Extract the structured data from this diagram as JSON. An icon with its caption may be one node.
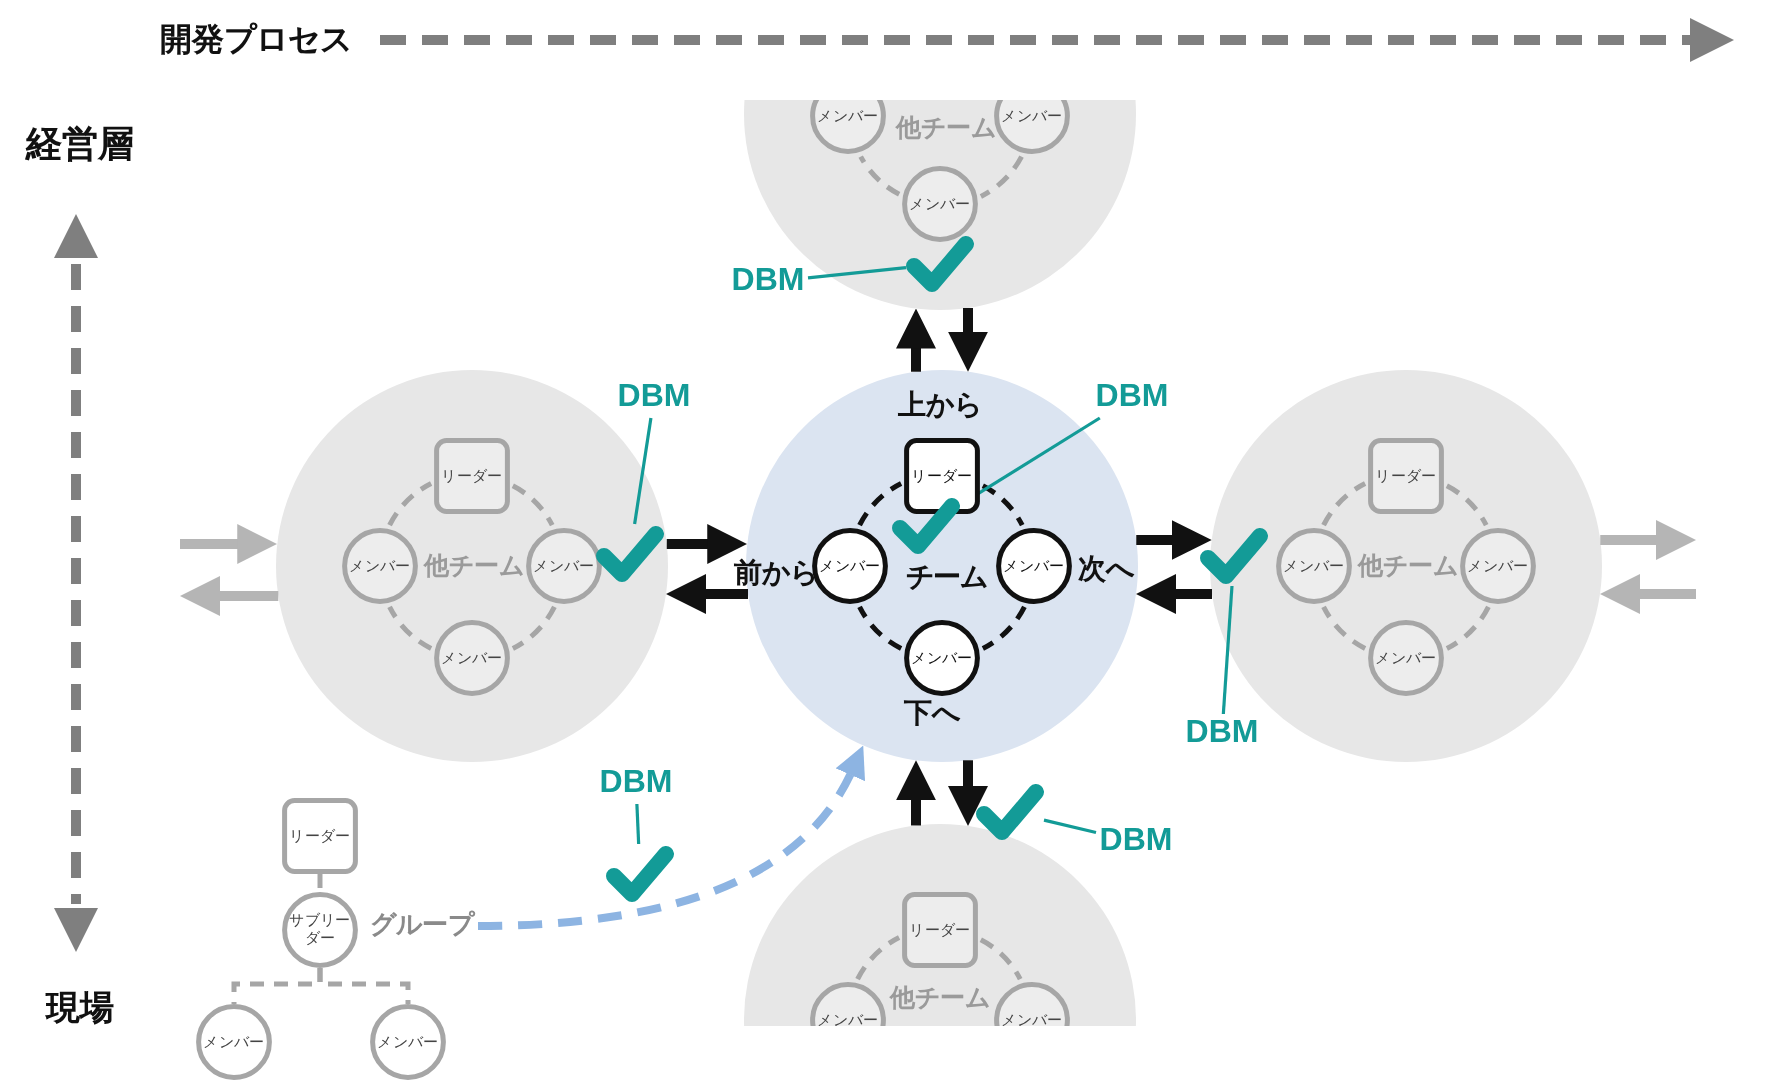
{
  "diagram": {
    "nodes": [
      {
        "text": [
          "他チーム"
        ]
      },
      {
        "text": [
          "メンバー"
        ],
        "in": 0
      },
      {
        "text": [
          "メンバー"
        ],
        "in": 0
      },
      {
        "text": [
          "メンバー"
        ],
        "in": 0
      },
      {
        "text": [
          "DBM"
        ]
      },
      {
        "text": [],
        "shape": "check",
        "in": 0
      },
      {
        "text": [
          "他チーム"
        ]
      },
      {
        "text": [
          "リーダー"
        ],
        "in": 6
      },
      {
        "text": [
          "メンバー"
        ],
        "in": 6
      },
      {
        "text": [
          "メンバー"
        ],
        "in": 6
      },
      {
        "text": [
          "メンバー"
        ],
        "in": 6
      },
      {
        "text": [
          "DBM"
        ]
      },
      {
        "text": [
          "チーム"
        ]
      },
      {
        "text": [
          "リーダー"
        ],
        "in": 12
      },
      {
        "text": [
          "メンバー"
        ],
        "in": 12
      },
      {
        "text": [
          "メンバー"
        ],
        "in": 12
      },
      {
        "text": [
          "メンバー"
        ],
        "in": 12
      },
      {
        "text": [],
        "shape": "check",
        "in": 12
      },
      {
        "text": [
          "DBM"
        ]
      },
      {
        "text": [
          "他チーム"
        ]
      },
      {
        "text": [
          "リーダー"
        ],
        "in": 19
      },
      {
        "text": [
          "メンバー"
        ],
        "in": 19
      },
      {
        "text": [
          "メンバー"
        ],
        "in": 19
      },
      {
        "text": [
          "メンバー"
        ],
        "in": 19
      },
      {
        "text": [],
        "shape": "check",
        "in": 6
      },
      {
        "text": [],
        "shape": "check"
      },
      {
        "text": [
          "DBM"
        ]
      },
      {
        "text": [
          "DBM"
        ]
      },
      {
        "text": [],
        "shape": "check"
      },
      {
        "text": [
          "他チーム"
        ]
      },
      {
        "text": [
          "リーダー"
        ],
        "in": 29
      },
      {
        "text": [
          "メンバー"
        ],
        "in": 29
      },
      {
        "text": [
          "メンバー"
        ],
        "in": 29
      },
      {
        "text": [],
        "shape": "check"
      },
      {
        "text": [
          "DBM"
        ]
      },
      {
        "text": [
          "リーダー"
        ]
      },
      {
        "text": [
          "サブリーダー"
        ]
      },
      {
        "text": [
          "グループ"
        ]
      },
      {
        "text": [
          "メンバー"
        ]
      },
      {
        "text": [
          "メンバー"
        ]
      }
    ],
    "edges": [
      {
        "from": 2,
        "to": 3,
        "arrow": "none",
        "style": "dashed",
        "color": "#a6a6a6"
      },
      {
        "from": 3,
        "to": 1,
        "arrow": "none",
        "style": "dashed",
        "color": "#a6a6a6"
      },
      {
        "from": 9,
        "to": 10,
        "arrow": "none",
        "style": "dashed",
        "color": "#a6a6a6"
      },
      {
        "from": 10,
        "to": 8,
        "arrow": "none",
        "style": "dashed",
        "color": "#a6a6a6"
      },
      {
        "from": 8,
        "to": 7,
        "arrow": "none",
        "style": "dashed",
        "color": "#a6a6a6"
      },
      {
        "from": 7,
        "to": 9,
        "arrow": "none",
        "style": "dashed",
        "color": "#a6a6a6"
      },
      {
        "from": 15,
        "to": 16,
        "arrow": "none",
        "style": "dashed",
        "color": "#111111"
      },
      {
        "from": 16,
        "to": 14,
        "arrow": "none",
        "style": "dashed",
        "color": "#111111"
      },
      {
        "from": 14,
        "to": 13,
        "arrow": "none",
        "style": "dashed",
        "color": "#111111"
      },
      {
        "from": 13,
        "to": 15,
        "arrow": "none",
        "style": "dashed",
        "color": "#111111"
      },
      {
        "from": 22,
        "to": 23,
        "arrow": "none",
        "style": "dashed",
        "color": "#a6a6a6"
      },
      {
        "from": 23,
        "to": 21,
        "arrow": "none",
        "style": "dashed",
        "color": "#a6a6a6"
      },
      {
        "from": 21,
        "to": 20,
        "arrow": "none",
        "style": "dashed",
        "color": "#a6a6a6"
      },
      {
        "from": 20,
        "to": 22,
        "arrow": "none",
        "style": "dashed",
        "color": "#a6a6a6"
      },
      {
        "from": 31,
        "to": 30,
        "arrow": "none",
        "style": "dashed",
        "color": "#a6a6a6"
      },
      {
        "from": 30,
        "to": 32,
        "arrow": "none",
        "style": "dashed",
        "color": "#a6a6a6"
      },
      {
        "from": 6,
        "to": 12,
        "arrow": "to",
        "style": "thick",
        "color": "#111111"
      },
      {
        "from": 12,
        "to": 6,
        "arrow": "to",
        "style": "thick",
        "color": "#111111"
      },
      {
        "from": 12,
        "to": 0,
        "arrow": "to",
        "style": "thick",
        "color": "#111111"
      },
      {
        "from": 0,
        "to": 12,
        "arrow": "to",
        "style": "thick",
        "color": "#111111"
      },
      {
        "from": 12,
        "to": 19,
        "arrow": "to",
        "style": "thick",
        "color": "#111111"
      },
      {
        "from": 19,
        "to": 12,
        "arrow": "to",
        "style": "thick",
        "color": "#111111"
      },
      {
        "from": 29,
        "to": 12,
        "arrow": "to",
        "style": "thick",
        "color": "#111111"
      },
      {
        "from": 12,
        "to": 29,
        "arrow": "to",
        "style": "thick",
        "color": "#111111"
      },
      {
        "from": null,
        "to": 6,
        "arrow": "to",
        "style": "thick",
        "color": "#b5b5b5"
      },
      {
        "from": 6,
        "to": null,
        "arrow": "to",
        "style": "thick",
        "color": "#b5b5b5"
      },
      {
        "from": 19,
        "to": null,
        "arrow": "to",
        "style": "thick",
        "color": "#b5b5b5"
      },
      {
        "from": null,
        "to": 19,
        "arrow": "to",
        "style": "thick",
        "color": "#b5b5b5"
      },
      {
        "from": 4,
        "to": 5,
        "arrow": "none",
        "color": "#139b97"
      },
      {
        "from": 11,
        "to": 24,
        "arrow": "none",
        "color": "#139b97"
      },
      {
        "from": 18,
        "to": 17,
        "arrow": "none",
        "color": "#139b97"
      },
      {
        "from": 26,
        "to": 25,
        "arrow": "none",
        "color": "#139b97"
      },
      {
        "from": 27,
        "to": 28,
        "arrow": "none",
        "color": "#139b97"
      },
      {
        "from": 34,
        "to": 33,
        "arrow": "none",
        "color": "#139b97"
      },
      {
        "from": 37,
        "to": 12,
        "arrow": "to",
        "style": "dashed",
        "color": "#8db4e2"
      },
      {
        "from": 35,
        "to": 36,
        "arrow": "none",
        "style": "dashed",
        "color": "#a6a6a6"
      },
      {
        "from": 36,
        "to": 38,
        "arrow": "none",
        "style": "dashed",
        "color": "#a6a6a6"
      },
      {
        "from": 36,
        "to": 39,
        "arrow": "none",
        "style": "dashed",
        "color": "#a6a6a6"
      }
    ],
    "labels": [
      "開発プロセス",
      "経営層",
      "上から",
      "前から",
      "次へ",
      "下へ",
      "現場"
    ]
  }
}
